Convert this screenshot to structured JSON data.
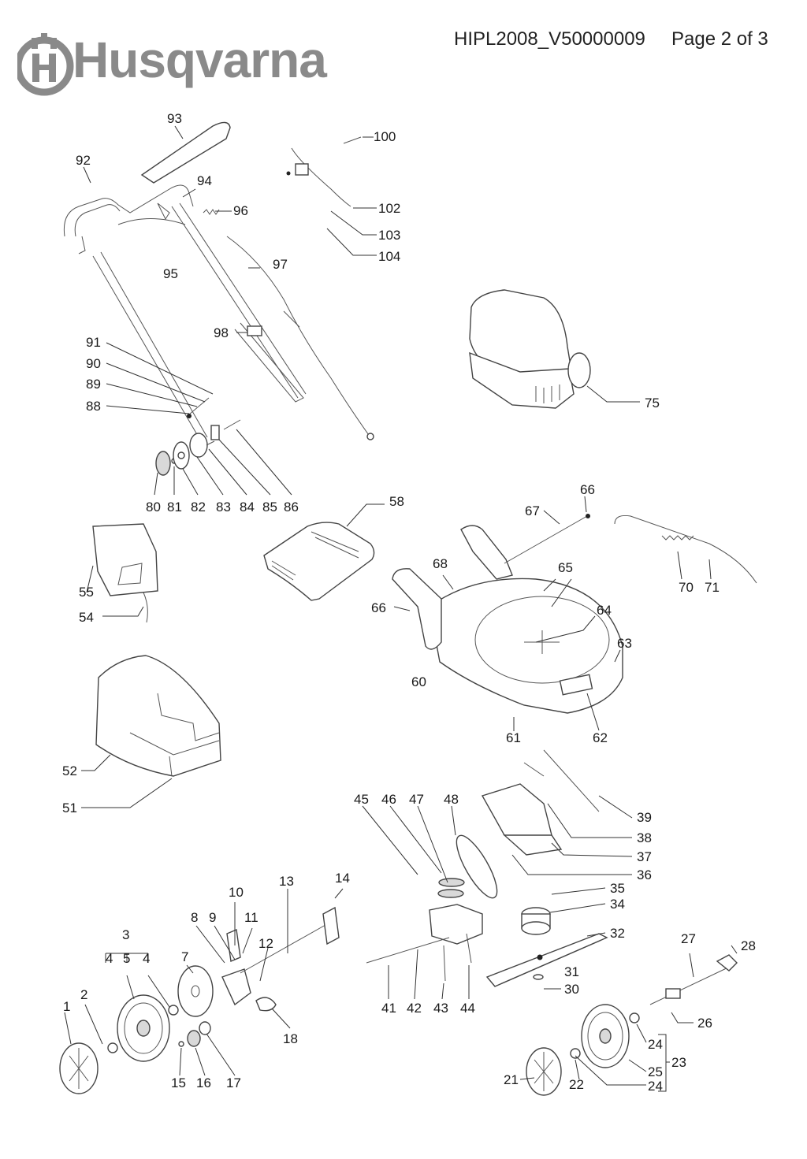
{
  "header": {
    "brand": "Husqvarna",
    "document_code": "HIPL2008_V50000009",
    "page_label": "Page 2 of 3"
  },
  "logo_icon": "husqvarna-crown-h-logo",
  "callouts": [
    {
      "id": "1",
      "text": "1"
    },
    {
      "id": "2",
      "text": "2"
    },
    {
      "id": "3",
      "text": "3"
    },
    {
      "id": "4a",
      "text": "4"
    },
    {
      "id": "5",
      "text": "5"
    },
    {
      "id": "4b",
      "text": "4"
    },
    {
      "id": "7",
      "text": "7"
    },
    {
      "id": "8",
      "text": "8"
    },
    {
      "id": "9",
      "text": "9"
    },
    {
      "id": "10",
      "text": "10"
    },
    {
      "id": "11",
      "text": "11"
    },
    {
      "id": "12",
      "text": "12"
    },
    {
      "id": "13",
      "text": "13"
    },
    {
      "id": "14",
      "text": "14"
    },
    {
      "id": "15",
      "text": "15"
    },
    {
      "id": "16",
      "text": "16"
    },
    {
      "id": "17",
      "text": "17"
    },
    {
      "id": "18",
      "text": "18"
    },
    {
      "id": "21",
      "text": "21"
    },
    {
      "id": "22",
      "text": "22"
    },
    {
      "id": "23",
      "text": "23"
    },
    {
      "id": "24a",
      "text": "24"
    },
    {
      "id": "25",
      "text": "25"
    },
    {
      "id": "24b",
      "text": "24"
    },
    {
      "id": "26",
      "text": "26"
    },
    {
      "id": "27",
      "text": "27"
    },
    {
      "id": "28",
      "text": "28"
    },
    {
      "id": "30",
      "text": "30"
    },
    {
      "id": "31",
      "text": "31"
    },
    {
      "id": "32",
      "text": "32"
    },
    {
      "id": "34",
      "text": "34"
    },
    {
      "id": "35",
      "text": "35"
    },
    {
      "id": "36",
      "text": "36"
    },
    {
      "id": "37",
      "text": "37"
    },
    {
      "id": "38",
      "text": "38"
    },
    {
      "id": "39",
      "text": "39"
    },
    {
      "id": "41",
      "text": "41"
    },
    {
      "id": "42",
      "text": "42"
    },
    {
      "id": "43",
      "text": "43"
    },
    {
      "id": "44",
      "text": "44"
    },
    {
      "id": "45",
      "text": "45"
    },
    {
      "id": "46",
      "text": "46"
    },
    {
      "id": "47",
      "text": "47"
    },
    {
      "id": "48",
      "text": "48"
    },
    {
      "id": "51",
      "text": "51"
    },
    {
      "id": "52",
      "text": "52"
    },
    {
      "id": "54",
      "text": "54"
    },
    {
      "id": "55",
      "text": "55"
    },
    {
      "id": "58",
      "text": "58"
    },
    {
      "id": "60",
      "text": "60"
    },
    {
      "id": "61",
      "text": "61"
    },
    {
      "id": "62",
      "text": "62"
    },
    {
      "id": "63",
      "text": "63"
    },
    {
      "id": "64",
      "text": "64"
    },
    {
      "id": "65",
      "text": "65"
    },
    {
      "id": "66a",
      "text": "66"
    },
    {
      "id": "66b",
      "text": "66"
    },
    {
      "id": "67",
      "text": "67"
    },
    {
      "id": "68",
      "text": "68"
    },
    {
      "id": "70",
      "text": "70"
    },
    {
      "id": "71",
      "text": "71"
    },
    {
      "id": "75",
      "text": "75"
    },
    {
      "id": "80",
      "text": "80"
    },
    {
      "id": "81",
      "text": "81"
    },
    {
      "id": "82",
      "text": "82"
    },
    {
      "id": "83",
      "text": "83"
    },
    {
      "id": "84",
      "text": "84"
    },
    {
      "id": "85",
      "text": "85"
    },
    {
      "id": "86",
      "text": "86"
    },
    {
      "id": "88",
      "text": "88"
    },
    {
      "id": "89",
      "text": "89"
    },
    {
      "id": "90",
      "text": "90"
    },
    {
      "id": "91",
      "text": "91"
    },
    {
      "id": "92",
      "text": "92"
    },
    {
      "id": "93",
      "text": "93"
    },
    {
      "id": "94",
      "text": "94"
    },
    {
      "id": "95",
      "text": "95"
    },
    {
      "id": "96",
      "text": "96"
    },
    {
      "id": "97",
      "text": "97"
    },
    {
      "id": "98",
      "text": "98"
    },
    {
      "id": "100",
      "text": "100"
    },
    {
      "id": "102",
      "text": "102"
    },
    {
      "id": "103",
      "text": "103"
    },
    {
      "id": "104",
      "text": "104"
    }
  ]
}
